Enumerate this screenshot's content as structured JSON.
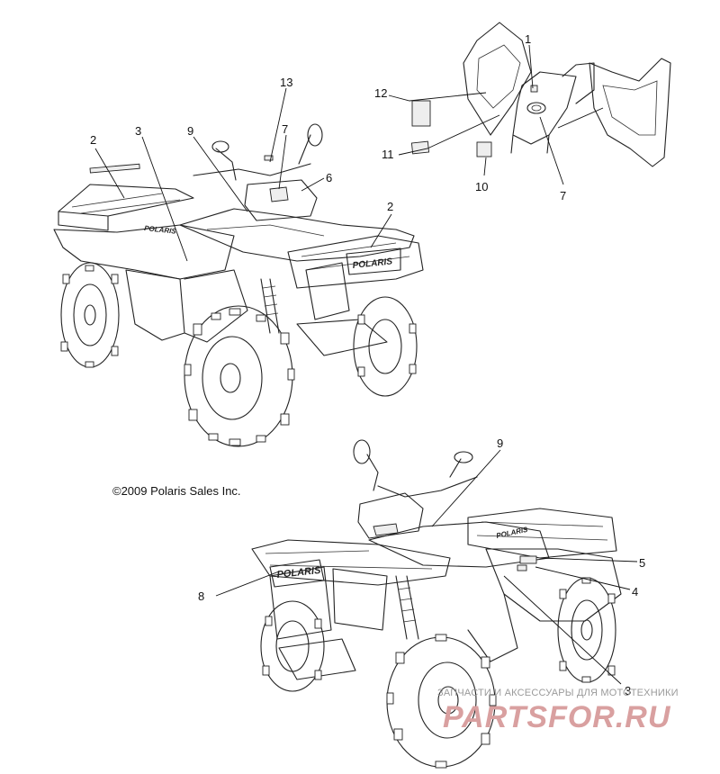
{
  "copyright": "©2009 Polaris Sales Inc.",
  "brand_text": "POLARIS",
  "watermark": {
    "subtitle": "ЗАПЧАСТИ И АКСЕССУАРЫ ДЛЯ МОТОТЕХНИКИ",
    "logo": "PARTSFOR.RU"
  },
  "colors": {
    "line": "#222222",
    "watermark_logo": "#d9a0a0",
    "watermark_text": "#9a9a9a"
  },
  "callouts": [
    {
      "label": "1"
    },
    {
      "label": "2"
    },
    {
      "label": "3"
    },
    {
      "label": "9"
    },
    {
      "label": "13"
    },
    {
      "label": "7"
    },
    {
      "label": "6"
    },
    {
      "label": "2"
    },
    {
      "label": "12"
    },
    {
      "label": "11"
    },
    {
      "label": "10"
    },
    {
      "label": "7"
    },
    {
      "label": "9"
    },
    {
      "label": "5"
    },
    {
      "label": "4"
    },
    {
      "label": "8"
    },
    {
      "label": "3"
    }
  ]
}
